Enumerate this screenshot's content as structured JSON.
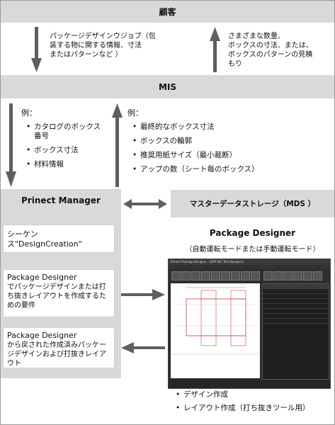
{
  "customer": {
    "title": "顧客"
  },
  "customer_to_mis": {
    "lines": [
      "パッケージデザインウジョブ（包",
      "装する物に関する情報、寸法",
      "またはパターンなど ）"
    ]
  },
  "mis_to_customer": {
    "lines": [
      "さまざまな数量、",
      "ボックスの寸法、または、",
      "ボックスのパターンの見積",
      "もり"
    ]
  },
  "mis": {
    "title": "MIS"
  },
  "mis_to_prinect": {
    "label": "例：",
    "items": [
      "カタログのボックス番号",
      "ボックス寸法",
      "材料情報"
    ]
  },
  "prinect_to_mis": {
    "label": "例：",
    "items": [
      "最終的なボックス寸法",
      "ボックスの輪郭",
      "推奨用紙サイズ（最小裁断）",
      "アップの数（シート毎のボックス）"
    ]
  },
  "prinect": {
    "title": "Prinect Manager",
    "sequence": "シーケンス\"DesignCreation\"",
    "req_title": "Package Designer",
    "req_text": "でパッケージデザインまたは打ち抜きレイアウトを作成するための要件",
    "ret_title": "Package Designer",
    "ret_text": "から戻された作成済みパッケージデザインおよび打抜きレイアウト"
  },
  "mds": {
    "title": "マスターデータストレージ（MDS ）"
  },
  "package_designer": {
    "title": "Package Designer",
    "subtitle": "（自動運転モードまたは手動運転モード）",
    "window_title": "Prinect Package Designer - [EXP 847 Test Designer]",
    "items": [
      "デザイン作成",
      "レイアウト作成（打ち抜きツール用）"
    ]
  },
  "colors": {
    "panel": "#d9d9d9",
    "arrow": "#5f5f5f",
    "border": "#9a9a9a"
  }
}
